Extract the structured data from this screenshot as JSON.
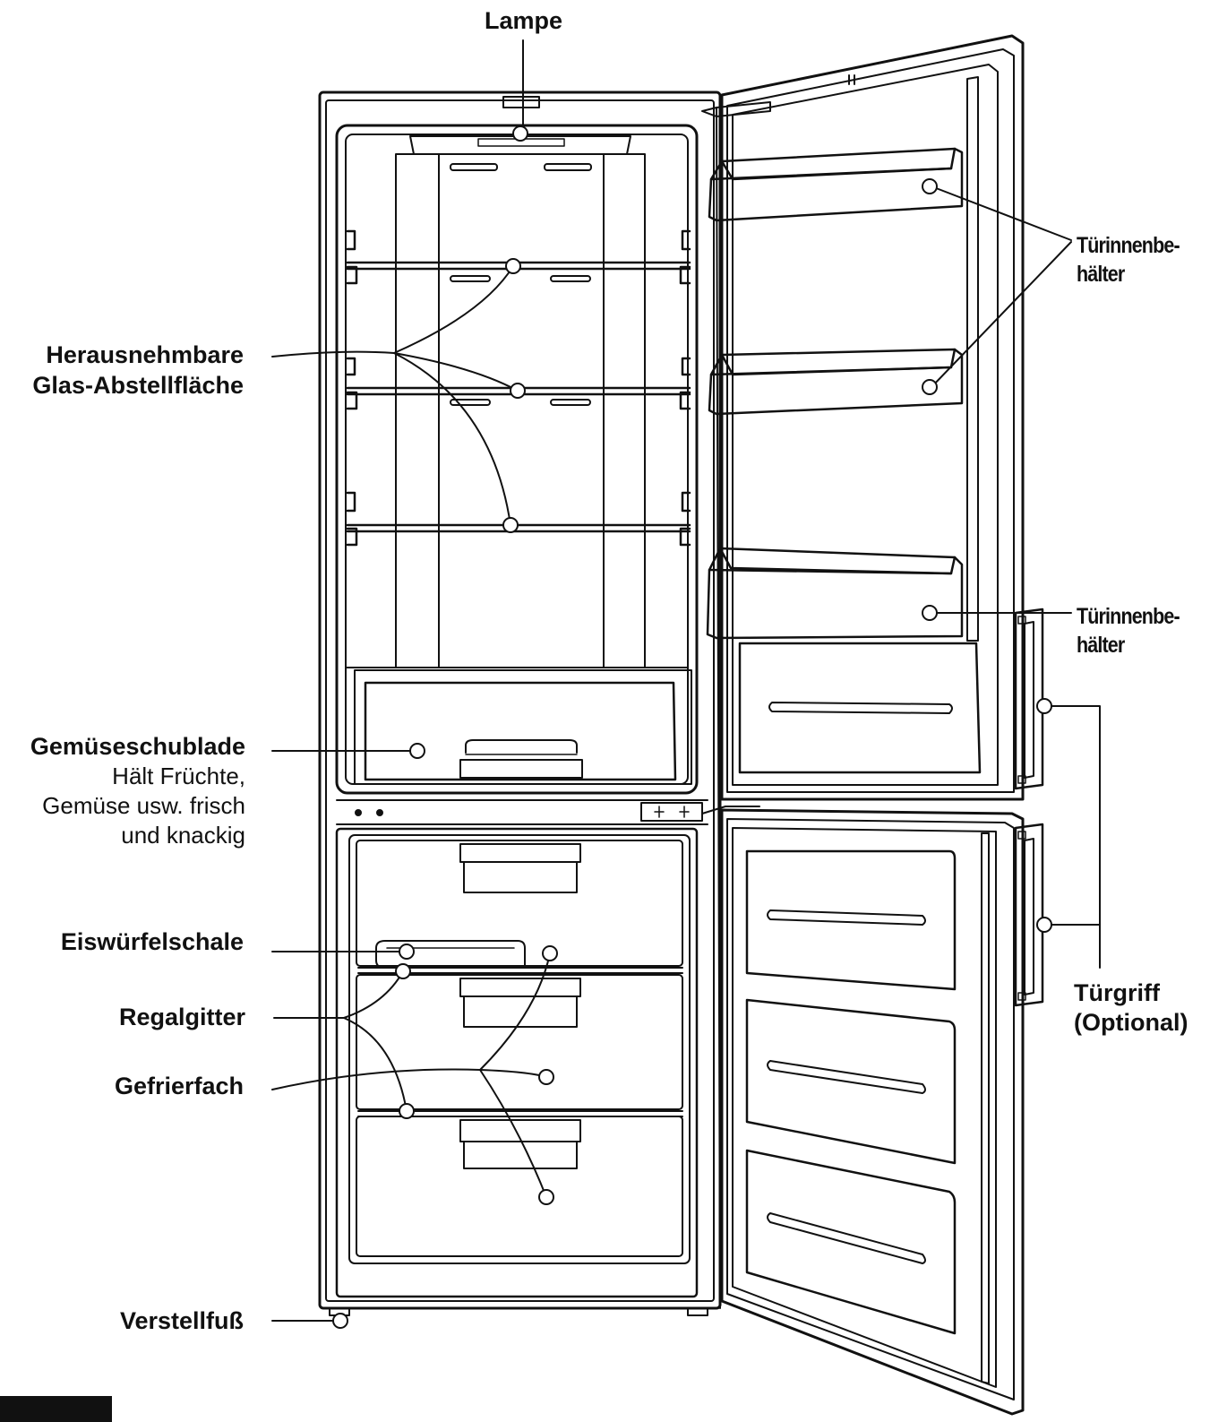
{
  "labels": {
    "lamp": "Lampe",
    "glass_shelf": [
      "Herausnehmbare",
      "Glas-Abstellfläche"
    ],
    "door_bins_top": [
      "Türinnenbe-",
      "hälter"
    ],
    "door_bins_bottom": [
      "Türinnenbe-",
      "hälter"
    ],
    "crisper_title": "Gemüseschublade",
    "crisper_desc": [
      "Hält Früchte,",
      "Gemüse usw. frisch",
      "und knackig"
    ],
    "ice_tray": "Eiswürfelschale",
    "shelf_grid": "Regalgitter",
    "freezer": "Gefrierfach",
    "handle": [
      "Türgriff",
      "(Optional)"
    ],
    "foot": "Verstellfuß"
  }
}
